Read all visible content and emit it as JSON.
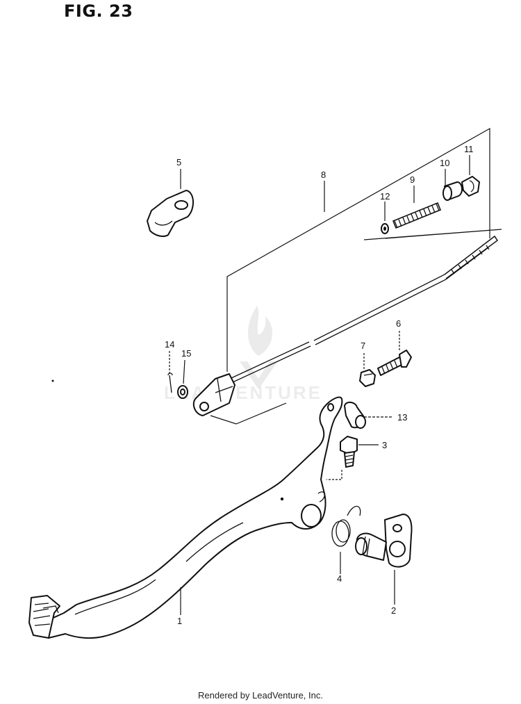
{
  "figure": {
    "title": "FIG. 23"
  },
  "footer": {
    "credit": "Rendered by LeadVenture, Inc."
  },
  "watermark": {
    "text": "LEADVENTURE"
  },
  "callouts": {
    "p1": "1",
    "p2": "2",
    "p3": "3",
    "p4": "4",
    "p5": "5",
    "p6": "6",
    "p7": "7",
    "p8": "8",
    "p9": "9",
    "p10": "10",
    "p11": "11",
    "p12": "12",
    "p13": "13",
    "p14": "14",
    "p15": "15"
  }
}
